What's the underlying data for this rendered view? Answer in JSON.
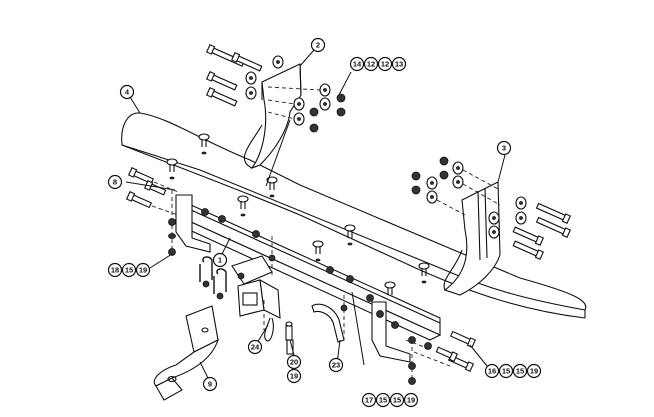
{
  "diagram": {
    "title": "Tow bar exploded assembly diagram",
    "callouts": [
      {
        "id": "callout-1",
        "labels": [
          "1"
        ],
        "part": "main-crossbar"
      },
      {
        "id": "callout-2",
        "labels": [
          "2"
        ],
        "part": "left-mounting-bracket"
      },
      {
        "id": "callout-3",
        "labels": [
          "3"
        ],
        "part": "right-mounting-bracket"
      },
      {
        "id": "callout-4",
        "labels": [
          "4"
        ],
        "part": "bumper-cover-panel"
      },
      {
        "id": "callout-8",
        "labels": [
          "8"
        ],
        "part": "side-bolt"
      },
      {
        "id": "callout-9",
        "labels": [
          "9"
        ],
        "part": "ball-mount"
      },
      {
        "id": "callout-bracket-fasteners",
        "labels": [
          "14",
          "12",
          "12",
          "13"
        ],
        "part": "bracket-fasteners"
      },
      {
        "id": "callout-left-fasteners",
        "labels": [
          "18",
          "15",
          "19"
        ],
        "part": "left-fasteners"
      },
      {
        "id": "callout-right-fasteners",
        "labels": [
          "16",
          "15",
          "15",
          "19"
        ],
        "part": "right-fasteners"
      },
      {
        "id": "callout-bottom-fasteners",
        "labels": [
          "17",
          "15",
          "15",
          "19"
        ],
        "part": "bottom-fasteners"
      },
      {
        "id": "callout-24",
        "labels": [
          "24"
        ],
        "part": "safety-chain-cable"
      },
      {
        "id": "callout-20",
        "labels": [
          "20"
        ],
        "part": "hitch-pin"
      },
      {
        "id": "callout-19-pin",
        "labels": [
          "19"
        ],
        "part": "pin-clip"
      },
      {
        "id": "callout-23",
        "labels": [
          "23"
        ],
        "part": "wiring-bracket"
      }
    ]
  }
}
